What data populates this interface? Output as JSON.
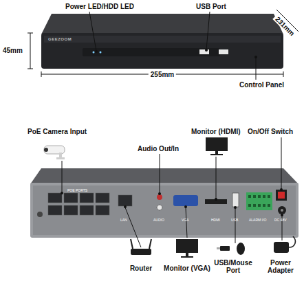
{
  "diagram": {
    "labels": [
      "Power LED/HDD LED",
      "USB Port",
      "231mm",
      "45mm",
      "255mm",
      "Control Panel",
      "PoE Camera Input",
      "Audio Out/In",
      "Monitor (HDMI)",
      "On/Off Switch",
      "Router",
      "Monitor (VGA)",
      "USB/Mouse Port",
      "Power Adapter",
      "GEEZOOM",
      "POE PORTS",
      "LAN",
      "AUDIO",
      "VGA",
      "HDMI",
      "USB",
      "ALARM I/O",
      "DC 48V"
    ]
  }
}
